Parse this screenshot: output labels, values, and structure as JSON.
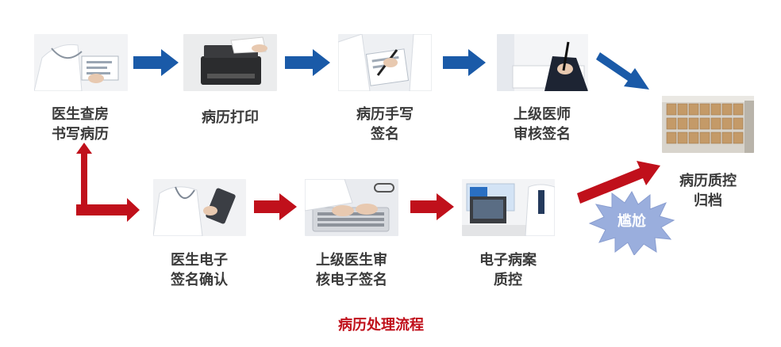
{
  "colors": {
    "top_arrow": "#1a5aa8",
    "bottom_arrow": "#c0101b",
    "label_text": "#3a3a3a",
    "caption_text": "#c0101b",
    "badge_fill": "#9aaedd"
  },
  "steps_top": [
    {
      "lines": [
        "医生查房",
        "书写病历"
      ],
      "image": "doctor-writing-photo"
    },
    {
      "lines": [
        "病历打印"
      ],
      "image": "printer-photo"
    },
    {
      "lines": [
        "病历手写",
        "签名"
      ],
      "image": "signing-clipboard-photo"
    },
    {
      "lines": [
        "上级医师",
        "审核签名"
      ],
      "image": "pen-signing-photo"
    }
  ],
  "step_archive": {
    "lines": [
      "病历质控",
      "归档"
    ],
    "image": "archive-shelves-photo"
  },
  "steps_bottom": [
    {
      "lines": [
        "医生电子",
        "签名确认"
      ],
      "image": "doctor-tablet-photo"
    },
    {
      "lines": [
        "上级医生审",
        "核电子签名"
      ],
      "image": "keyboard-typing-photo"
    },
    {
      "lines": [
        "电子病案",
        "质控"
      ],
      "image": "computer-workstation-photo"
    }
  ],
  "badge": {
    "text": "尴尬"
  },
  "caption": "病历处理流程"
}
